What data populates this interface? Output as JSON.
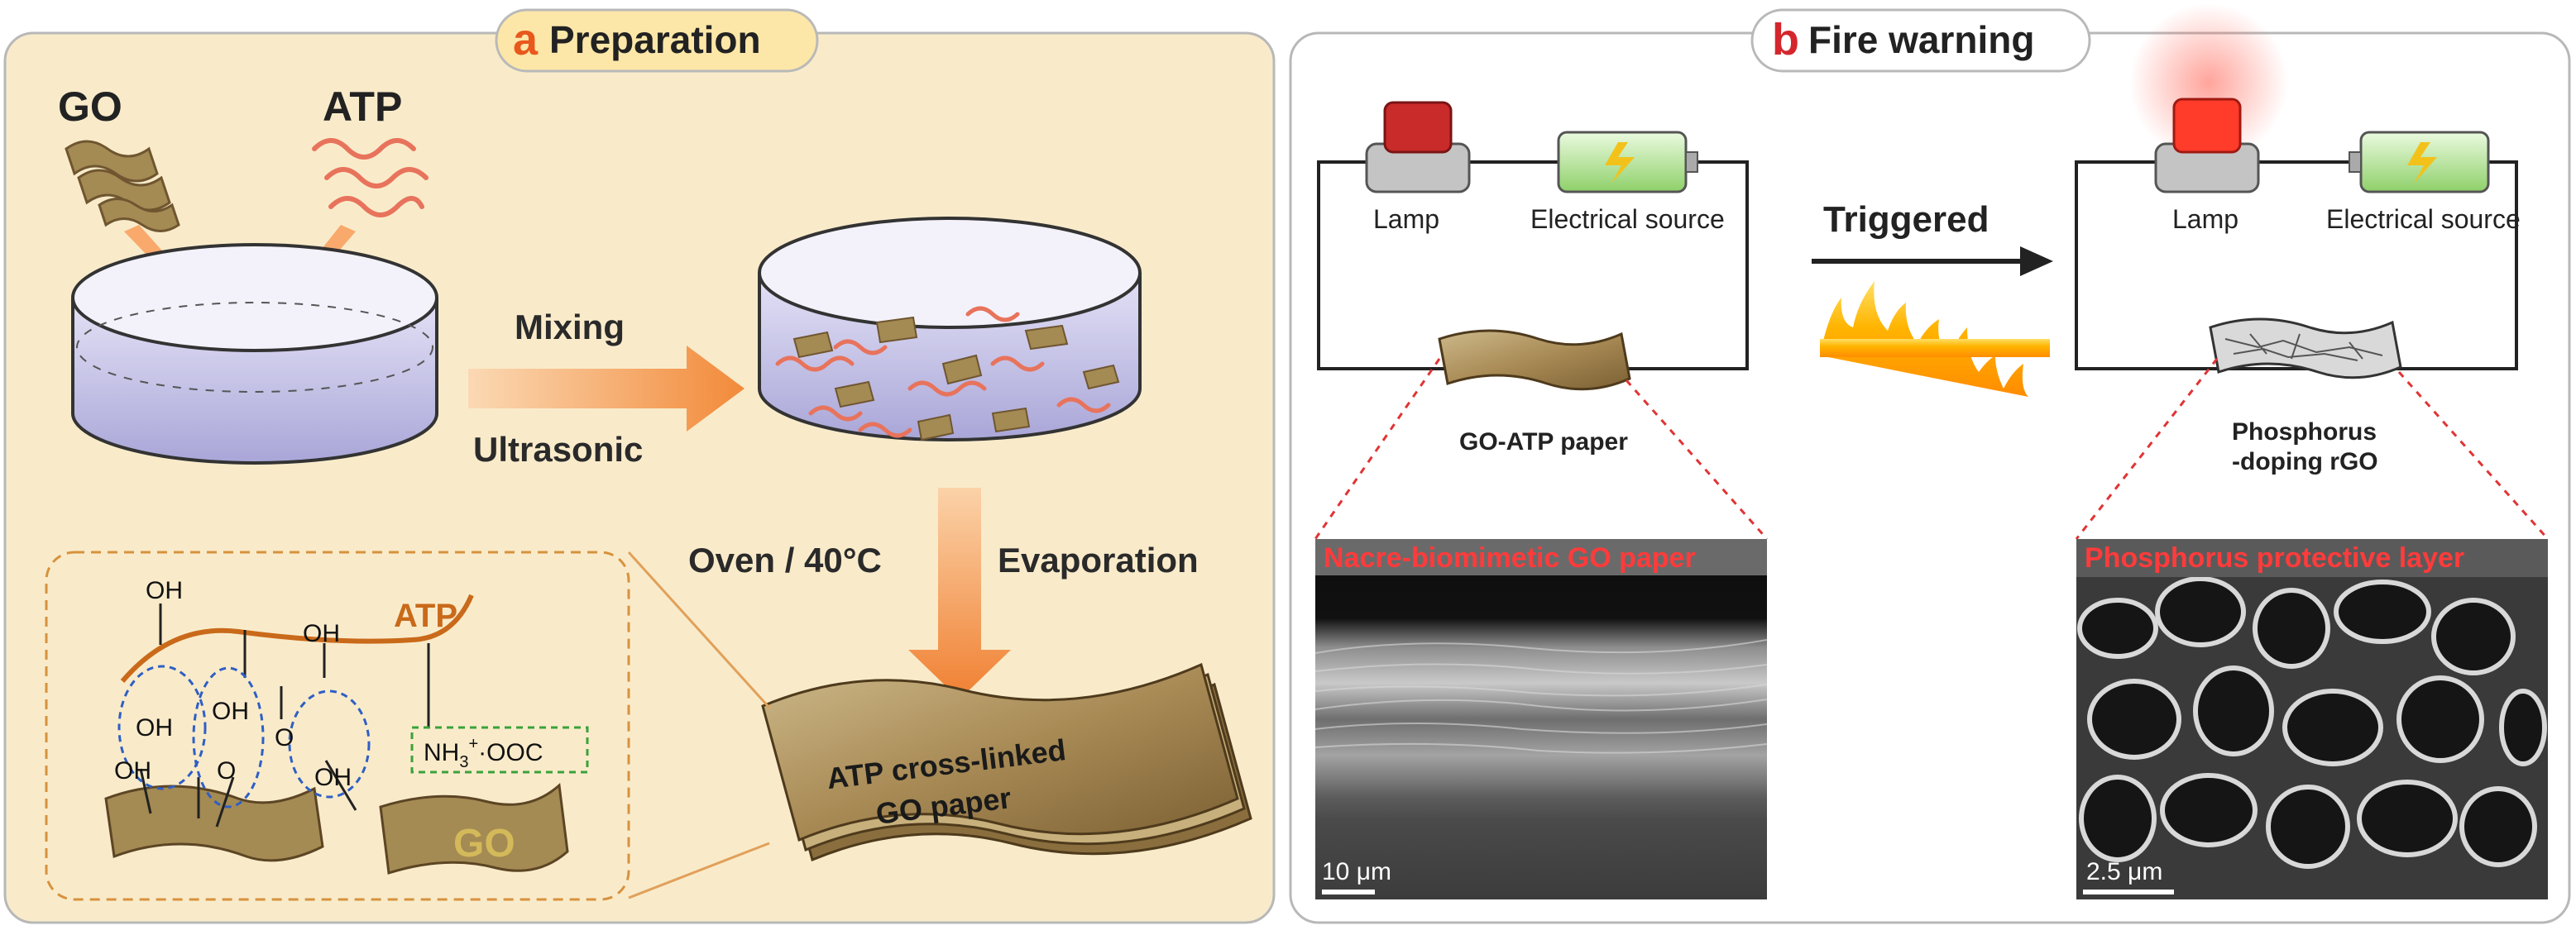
{
  "panel_a": {
    "letter": "a",
    "title": "Preparation",
    "go_label": "GO",
    "atp_label": "ATP",
    "mixing": "Mixing",
    "ultrasonic": "Ultrasonic",
    "oven": "Oven / 40°C",
    "evaporation": "Evaporation",
    "paper_line1": "ATP cross-linked",
    "paper_line2": "GO paper",
    "chem": {
      "oh": "OH",
      "o": "O",
      "atp": "ATP",
      "nh3": "NH",
      "nh3_sub": "3",
      "nh3_sup": "+",
      "ooc": "·OOC",
      "go": "GO"
    }
  },
  "panel_b": {
    "letter": "b",
    "title": "Fire warning",
    "lamp": "Lamp",
    "source": "Electrical source",
    "triggered": "Triggered",
    "go_atp_paper": "GO-ATP paper",
    "rgo_line1": "Phosphorus",
    "rgo_line2": "-doping rGO",
    "sem_left_title": "Nacre-biomimetic GO paper",
    "sem_left_scale": "10 μm",
    "sem_right_title": "Phosphorus protective layer",
    "sem_right_scale": "2.5 μm"
  },
  "colors": {
    "panel_a_bg": "#f9ebca",
    "panel_b_bg": "#ffffff",
    "badge_bg": "#fde7a8",
    "letter_a": "#e8581c",
    "letter_b": "#d4262c",
    "arrow_orange": "#f59a4f",
    "liquid": "#c4c2e8",
    "go_sheet": "#a48a53",
    "atp_strand": "#e8735c",
    "lamp_red": "#c92a2a",
    "sem_title_red": "#e63232"
  }
}
